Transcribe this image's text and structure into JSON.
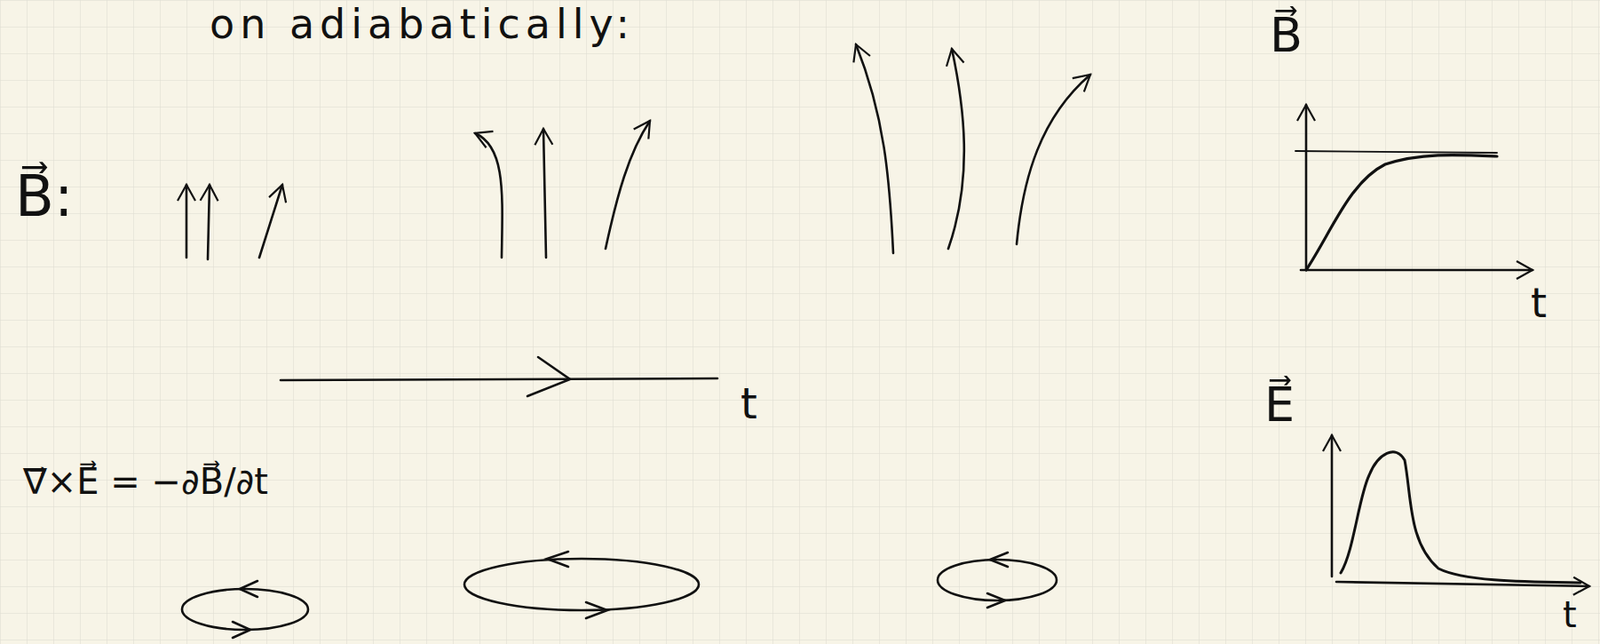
{
  "diagram": {
    "labels": [
      "on adiabatically:",
      "B⃗:",
      "t",
      "∇⃗×E⃗ = −∂B⃗/∂t",
      "B⃗",
      "t",
      "E⃗",
      "t"
    ]
  }
}
